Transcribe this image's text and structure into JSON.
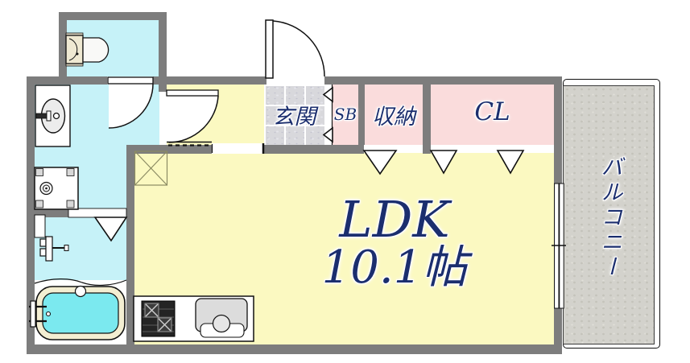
{
  "plan": {
    "type": "japanese-apartment-floorplan",
    "rooms": {
      "ldk": {
        "label": "LDK",
        "size_label": "10.1帖"
      },
      "genkan": {
        "label": "玄関"
      },
      "shoe_box": {
        "label": "SB"
      },
      "storage": {
        "label": "収納"
      },
      "closet": {
        "label": "CL"
      },
      "balcony": {
        "label": "バルコニー"
      }
    },
    "fixtures": [
      "toilet",
      "washbasin",
      "washing-machine-pan",
      "shower-faucet",
      "bathtub",
      "gas-stove",
      "kitchen-sink",
      "refrigerator-space",
      "sliding-window",
      "entrance-door",
      "hinged-doors",
      "folding-doors"
    ],
    "colors": {
      "room_yellow": "#fbf9c1",
      "wet_area_cyan": "#c6f2f8",
      "closet_pink": "#fadcdc",
      "wall_gray": "#7d7d7d",
      "balcony_concrete": "#d3d2cc",
      "genkan_tile": "#d8d8dc",
      "label_navy": "#1b2e6e",
      "bathtub_cyan": "#7be9ef",
      "tub_rim_cream": "#f3eed2"
    }
  }
}
